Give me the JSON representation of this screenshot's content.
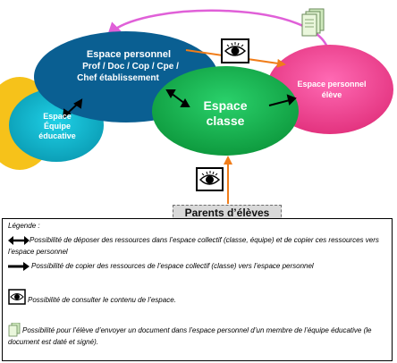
{
  "diagram": {
    "nodes": {
      "espace_personnel": {
        "line1": "Espace personnel",
        "line2": "Prof / Doc / Cop / Cpe /",
        "line3": "Chef établissement"
      },
      "espace_equipe": {
        "line1": "Espace",
        "line2": "Équipe",
        "line3": "éducative"
      },
      "espace_classe": {
        "line1": "Espace",
        "line2": "classe"
      },
      "espace_eleve": {
        "line1": "Espace personnel",
        "line2": "élève"
      }
    },
    "parents_label": "Parents d’élèves",
    "colors": {
      "navy": "#0a5f92",
      "teal": "#0d9fb6",
      "green": "#13a547",
      "pink": "#ec3d8a",
      "orange": "#f07d1a",
      "magenta_arrow": "#e060d8",
      "yellow": "#f6c21a",
      "gray_box": "#d9d9d9"
    }
  },
  "legend": {
    "title": "Légende :",
    "items": [
      {
        "icon": "double-arrow-icon",
        "text": "Possibilité de déposer des ressources dans l’espace collectif (classe, équipe) et de copier ces ressources vers l’espace personnel"
      },
      {
        "icon": "right-arrow-icon",
        "text": "Possibilité de copier des ressources de l’espace collectif (classe) vers l’espace personnel"
      },
      {
        "icon": "eye-icon",
        "text": "Possibilité de consulter le contenu de l’espace."
      },
      {
        "icon": "document-icon",
        "text": "Possibilité pour l’élève d’envoyer un document dans l’espace personnel d’un membre de l’équipe éducative (le document est daté et signé)."
      }
    ]
  }
}
